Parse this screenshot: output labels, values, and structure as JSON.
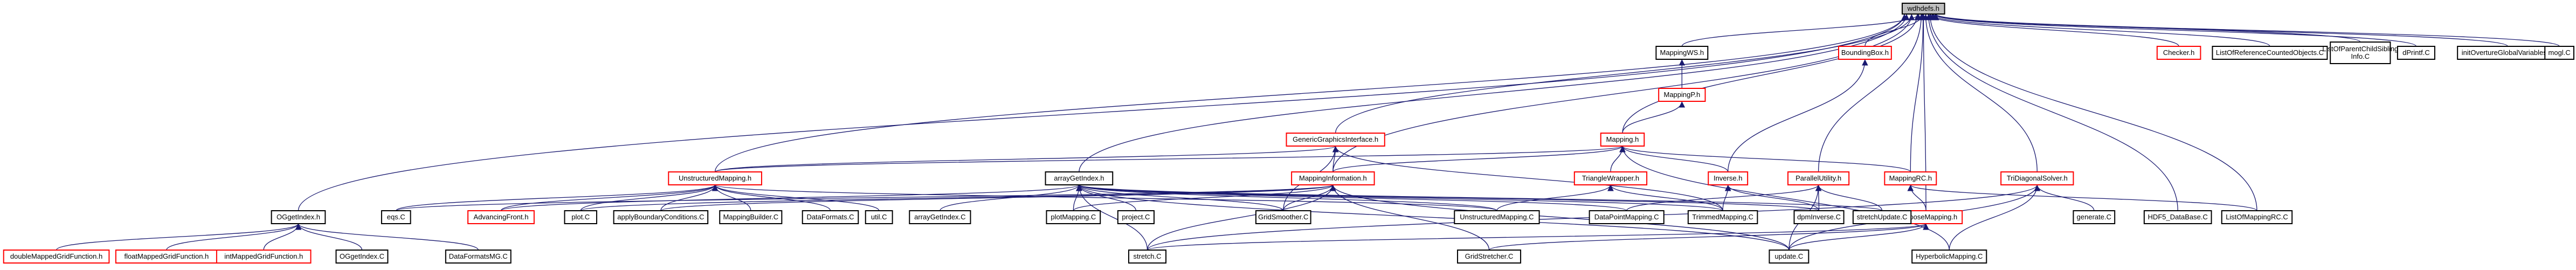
{
  "colors": {
    "edge": "#191970",
    "root_fill": "#bfbfbf",
    "documented_border": "#000000",
    "undocumented_border": "#ff0000",
    "background": "#ffffff"
  },
  "nodes": [
    {
      "id": "wdhdefs",
      "label": "wdhdefs.h",
      "kind": "root"
    },
    {
      "id": "MappingWS",
      "label": "MappingWS.h",
      "kind": "black"
    },
    {
      "id": "BoundingBox",
      "label": "BoundingBox.h",
      "kind": "red"
    },
    {
      "id": "Checker",
      "label": "Checker.h",
      "kind": "red"
    },
    {
      "id": "ListOfRef",
      "label": "ListOfReferenceCountedObjects.C",
      "kind": "black"
    },
    {
      "id": "ListOfParent",
      "label": [
        "ListOfParentChildSibling",
        "Info.C"
      ],
      "kind": "black"
    },
    {
      "id": "dPrintf",
      "label": "dPrintf.C",
      "kind": "black"
    },
    {
      "id": "initOverture",
      "label": "initOvertureGlobalVariables.C",
      "kind": "black"
    },
    {
      "id": "mogl",
      "label": "mogl.C",
      "kind": "black"
    },
    {
      "id": "MappingP",
      "label": "MappingP.h",
      "kind": "red"
    },
    {
      "id": "GenericGI",
      "label": "GenericGraphicsInterface.h",
      "kind": "red"
    },
    {
      "id": "Mapping",
      "label": "Mapping.h",
      "kind": "red"
    },
    {
      "id": "TriGen",
      "label": "TriDiagonalSolver.h",
      "kind": "red"
    },
    {
      "id": "UnstrMapH",
      "label": "UnstructuredMapping.h",
      "kind": "red"
    },
    {
      "id": "arrayGetIndexH",
      "label": "arrayGetIndex.h",
      "kind": "black"
    },
    {
      "id": "MappingInfo",
      "label": "MappingInformation.h",
      "kind": "red"
    },
    {
      "id": "TriangleWrapper",
      "label": "TriangleWrapper.h",
      "kind": "red"
    },
    {
      "id": "Inverse",
      "label": "Inverse.h",
      "kind": "red"
    },
    {
      "id": "ParallelUtil",
      "label": "ParallelUtility.h",
      "kind": "red"
    },
    {
      "id": "MappingRC",
      "label": "MappingRC.h",
      "kind": "red"
    },
    {
      "id": "OGgetIndexH",
      "label": "OGgetIndex.h",
      "kind": "black"
    },
    {
      "id": "ComposeMapping",
      "label": "ComposeMapping.h",
      "kind": "red"
    },
    {
      "id": "eqs",
      "label": "eqs.C",
      "kind": "black"
    },
    {
      "id": "AdvFront",
      "label": "AdvancingFront.h",
      "kind": "red"
    },
    {
      "id": "plot",
      "label": "plot.C",
      "kind": "black"
    },
    {
      "id": "applyBC",
      "label": "applyBoundaryConditions.C",
      "kind": "black"
    },
    {
      "id": "MappingBuilder",
      "label": "MappingBuilder.C",
      "kind": "black"
    },
    {
      "id": "DataFormats",
      "label": "DataFormats.C",
      "kind": "black"
    },
    {
      "id": "util",
      "label": "util.C",
      "kind": "black"
    },
    {
      "id": "arrayGetIndexC",
      "label": "arrayGetIndex.C",
      "kind": "black"
    },
    {
      "id": "plotMapping",
      "label": "plotMapping.C",
      "kind": "black"
    },
    {
      "id": "project",
      "label": "project.C",
      "kind": "black"
    },
    {
      "id": "GridSmoother",
      "label": "GridSmoother.C",
      "kind": "black"
    },
    {
      "id": "UnstrMapC",
      "label": "UnstructuredMapping.C",
      "kind": "black"
    },
    {
      "id": "DataPointMapping",
      "label": "DataPointMapping.C",
      "kind": "black"
    },
    {
      "id": "TrimmedMapping",
      "label": "TrimmedMapping.C",
      "kind": "black"
    },
    {
      "id": "dpmInverse",
      "label": "dpmInverse.C",
      "kind": "black"
    },
    {
      "id": "stretchUpdate",
      "label": "stretchUpdate.C",
      "kind": "black"
    },
    {
      "id": "generate",
      "label": "generate.C",
      "kind": "black"
    },
    {
      "id": "HDF5",
      "label": "HDF5_DataBase.C",
      "kind": "black"
    },
    {
      "id": "ListOfMappingRC",
      "label": "ListOfMappingRC.C",
      "kind": "black"
    },
    {
      "id": "doubleMGF",
      "label": "doubleMappedGridFunction.h",
      "kind": "red"
    },
    {
      "id": "floatMGF",
      "label": "floatMappedGridFunction.h",
      "kind": "red"
    },
    {
      "id": "intMGF",
      "label": "intMappedGridFunction.h",
      "kind": "red"
    },
    {
      "id": "OGgetIndexC",
      "label": "OGgetIndex.C",
      "kind": "black"
    },
    {
      "id": "DataFormatsMG",
      "label": "DataFormatsMG.C",
      "kind": "black"
    },
    {
      "id": "stretch",
      "label": "stretch.C",
      "kind": "black"
    },
    {
      "id": "GridStretcher",
      "label": "GridStretcher.C",
      "kind": "black"
    },
    {
      "id": "update",
      "label": "update.C",
      "kind": "black"
    },
    {
      "id": "HyperbolicMapping",
      "label": "HyperbolicMapping.C",
      "kind": "black"
    }
  ],
  "edges": [
    [
      "MappingWS",
      "wdhdefs"
    ],
    [
      "BoundingBox",
      "wdhdefs"
    ],
    [
      "Checker",
      "wdhdefs"
    ],
    [
      "ListOfRef",
      "wdhdefs"
    ],
    [
      "ListOfParent",
      "wdhdefs"
    ],
    [
      "dPrintf",
      "wdhdefs"
    ],
    [
      "initOverture",
      "wdhdefs"
    ],
    [
      "mogl",
      "wdhdefs"
    ],
    [
      "GenericGI",
      "wdhdefs"
    ],
    [
      "Mapping",
      "wdhdefs"
    ],
    [
      "TriGen",
      "wdhdefs"
    ],
    [
      "arrayGetIndexH",
      "wdhdefs"
    ],
    [
      "OGgetIndexH",
      "wdhdefs"
    ],
    [
      "MappingInfo",
      "wdhdefs"
    ],
    [
      "MappingRC",
      "wdhdefs"
    ],
    [
      "ParallelUtil",
      "wdhdefs"
    ],
    [
      "HDF5",
      "wdhdefs"
    ],
    [
      "ListOfMappingRC",
      "wdhdefs"
    ],
    [
      "UnstrMapH",
      "wdhdefs"
    ],
    [
      "ComposeMapping",
      "wdhdefs"
    ],
    [
      "MappingP",
      "MappingWS"
    ],
    [
      "Mapping",
      "MappingP"
    ],
    [
      "Inverse",
      "BoundingBox"
    ],
    [
      "MappingInfo",
      "GenericGI"
    ],
    [
      "UnstrMapH",
      "GenericGI"
    ],
    [
      "GridSmoother",
      "GenericGI"
    ],
    [
      "TrimmedMapping",
      "GenericGI"
    ],
    [
      "MappingInfo",
      "Mapping"
    ],
    [
      "MappingRC",
      "Mapping"
    ],
    [
      "Inverse",
      "Mapping"
    ],
    [
      "TriangleWrapper",
      "Mapping"
    ],
    [
      "UnstrMapH",
      "Mapping"
    ],
    [
      "HyperbolicMapping",
      "Mapping"
    ],
    [
      "ComposeMapping",
      "MappingRC"
    ],
    [
      "ListOfMappingRC",
      "MappingRC"
    ],
    [
      "generate",
      "TriGen"
    ],
    [
      "HyperbolicMapping",
      "TriGen"
    ],
    [
      "stretch",
      "TriGen"
    ],
    [
      "update",
      "TriGen"
    ],
    [
      "AdvFront",
      "UnstrMapH"
    ],
    [
      "eqs",
      "UnstrMapH"
    ],
    [
      "plot",
      "UnstrMapH"
    ],
    [
      "applyBC",
      "UnstrMapH"
    ],
    [
      "MappingBuilder",
      "UnstrMapH"
    ],
    [
      "DataFormats",
      "UnstrMapH"
    ],
    [
      "util",
      "UnstrMapH"
    ],
    [
      "UnstrMapC",
      "UnstrMapH"
    ],
    [
      "AdvFront",
      "arrayGetIndexH"
    ],
    [
      "arrayGetIndexC",
      "arrayGetIndexH"
    ],
    [
      "plotMapping",
      "arrayGetIndexH"
    ],
    [
      "project",
      "arrayGetIndexH"
    ],
    [
      "GridSmoother",
      "arrayGetIndexH"
    ],
    [
      "UnstrMapC",
      "arrayGetIndexH"
    ],
    [
      "DataPointMapping",
      "arrayGetIndexH"
    ],
    [
      "TrimmedMapping",
      "arrayGetIndexH"
    ],
    [
      "dpmInverse",
      "arrayGetIndexH"
    ],
    [
      "stretchUpdate",
      "arrayGetIndexH"
    ],
    [
      "update",
      "arrayGetIndexH"
    ],
    [
      "stretch",
      "arrayGetIndexH"
    ],
    [
      "eqs",
      "MappingInfo"
    ],
    [
      "plot",
      "MappingInfo"
    ],
    [
      "applyBC",
      "MappingInfo"
    ],
    [
      "plotMapping",
      "MappingInfo"
    ],
    [
      "GridSmoother",
      "MappingInfo"
    ],
    [
      "GridStretcher",
      "MappingInfo"
    ],
    [
      "update",
      "MappingInfo"
    ],
    [
      "stretch",
      "MappingInfo"
    ],
    [
      "UnstrMapC",
      "TriangleWrapper"
    ],
    [
      "TrimmedMapping",
      "TriangleWrapper"
    ],
    [
      "dpmInverse",
      "Inverse"
    ],
    [
      "TrimmedMapping",
      "Inverse"
    ],
    [
      "stretchUpdate",
      "ParallelUtil"
    ],
    [
      "update",
      "ParallelUtil"
    ],
    [
      "DataPointMapping",
      "ParallelUtil"
    ],
    [
      "dpmInverse",
      "ParallelUtil"
    ],
    [
      "update",
      "ComposeMapping"
    ],
    [
      "GridStretcher",
      "ComposeMapping"
    ],
    [
      "stretch",
      "ComposeMapping"
    ],
    [
      "doubleMGF",
      "OGgetIndexH"
    ],
    [
      "floatMGF",
      "OGgetIndexH"
    ],
    [
      "intMGF",
      "OGgetIndexH"
    ],
    [
      "OGgetIndexC",
      "OGgetIndexH"
    ],
    [
      "DataFormatsMG",
      "OGgetIndexH"
    ]
  ]
}
